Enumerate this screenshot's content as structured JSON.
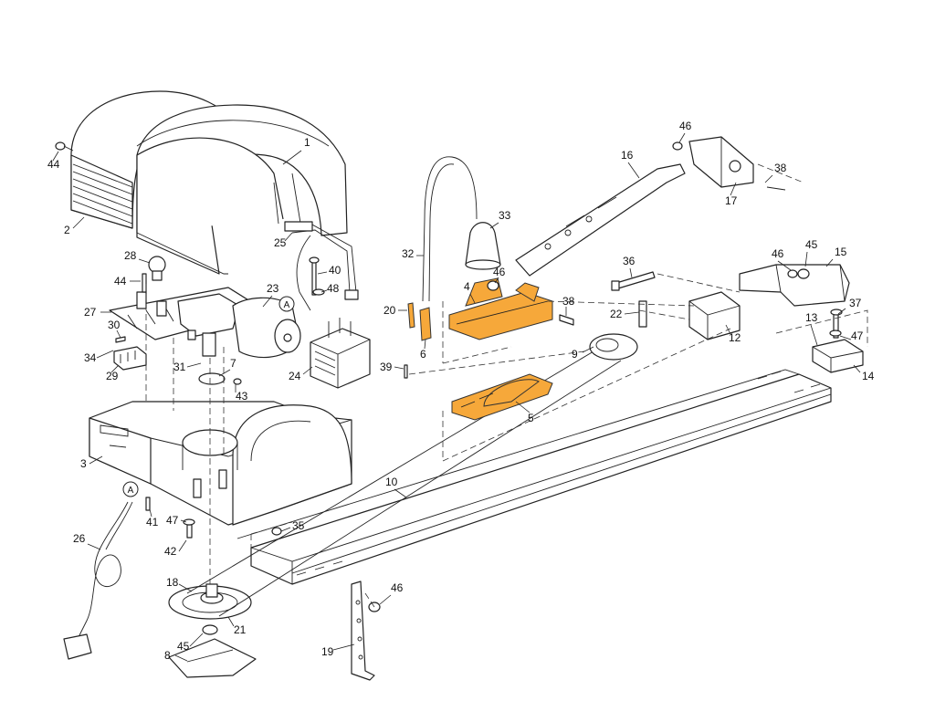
{
  "colors": {
    "highlight": "#f6a83a",
    "line": "#222222",
    "background": "#ffffff"
  },
  "connector_letter": "A",
  "parts": [
    {
      "id": "p1",
      "label": "1"
    },
    {
      "id": "p2",
      "label": "2"
    },
    {
      "id": "p3",
      "label": "3"
    },
    {
      "id": "p4",
      "label": "4"
    },
    {
      "id": "p5",
      "label": "5"
    },
    {
      "id": "p6",
      "label": "6"
    },
    {
      "id": "p7",
      "label": "7"
    },
    {
      "id": "p8",
      "label": "8"
    },
    {
      "id": "p9",
      "label": "9"
    },
    {
      "id": "p10",
      "label": "10"
    },
    {
      "id": "p12",
      "label": "12"
    },
    {
      "id": "p13",
      "label": "13"
    },
    {
      "id": "p14",
      "label": "14"
    },
    {
      "id": "p15",
      "label": "15"
    },
    {
      "id": "p16",
      "label": "16"
    },
    {
      "id": "p17",
      "label": "17"
    },
    {
      "id": "p18",
      "label": "18"
    },
    {
      "id": "p19",
      "label": "19"
    },
    {
      "id": "p20",
      "label": "20"
    },
    {
      "id": "p21",
      "label": "21"
    },
    {
      "id": "p22",
      "label": "22"
    },
    {
      "id": "p23",
      "label": "23"
    },
    {
      "id": "p24",
      "label": "24"
    },
    {
      "id": "p25",
      "label": "25"
    },
    {
      "id": "p26",
      "label": "26"
    },
    {
      "id": "p27",
      "label": "27"
    },
    {
      "id": "p28",
      "label": "28"
    },
    {
      "id": "p29",
      "label": "29"
    },
    {
      "id": "p30",
      "label": "30"
    },
    {
      "id": "p31",
      "label": "31"
    },
    {
      "id": "p32",
      "label": "32"
    },
    {
      "id": "p33",
      "label": "33"
    },
    {
      "id": "p34",
      "label": "34"
    },
    {
      "id": "p35",
      "label": "35"
    },
    {
      "id": "p36",
      "label": "36"
    },
    {
      "id": "p37",
      "label": "37"
    },
    {
      "id": "p38a",
      "label": "38"
    },
    {
      "id": "p38b",
      "label": "38"
    },
    {
      "id": "p39",
      "label": "39"
    },
    {
      "id": "p40",
      "label": "40"
    },
    {
      "id": "p41",
      "label": "41"
    },
    {
      "id": "p42",
      "label": "42"
    },
    {
      "id": "p43",
      "label": "43"
    },
    {
      "id": "p44a",
      "label": "44"
    },
    {
      "id": "p44b",
      "label": "44"
    },
    {
      "id": "p45a",
      "label": "45"
    },
    {
      "id": "p45b",
      "label": "45"
    },
    {
      "id": "p46a",
      "label": "46"
    },
    {
      "id": "p46b",
      "label": "46"
    },
    {
      "id": "p46c",
      "label": "46"
    },
    {
      "id": "p46d",
      "label": "46"
    },
    {
      "id": "p47a",
      "label": "47"
    },
    {
      "id": "p47b",
      "label": "47"
    },
    {
      "id": "p48",
      "label": "48"
    }
  ]
}
